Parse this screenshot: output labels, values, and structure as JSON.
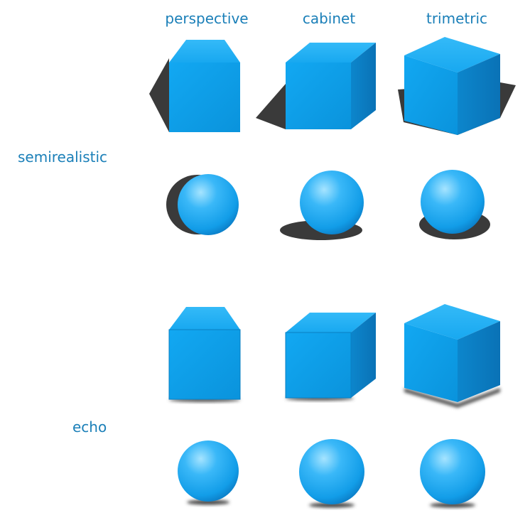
{
  "columns": [
    "perspective",
    "cabinet",
    "trimetric"
  ],
  "rows": [
    "semirealistic",
    "echo"
  ],
  "colors": {
    "label": "#1a7fb8",
    "cube_front": "#0a9fe8",
    "cube_top": "#1fb0f5",
    "cube_side": "#0b7ec4",
    "sphere_light": "#8fdcff",
    "sphere_mid": "#1aa6f2",
    "sphere_dark": "#0b76c0",
    "shadow": "#3a3a3a"
  }
}
